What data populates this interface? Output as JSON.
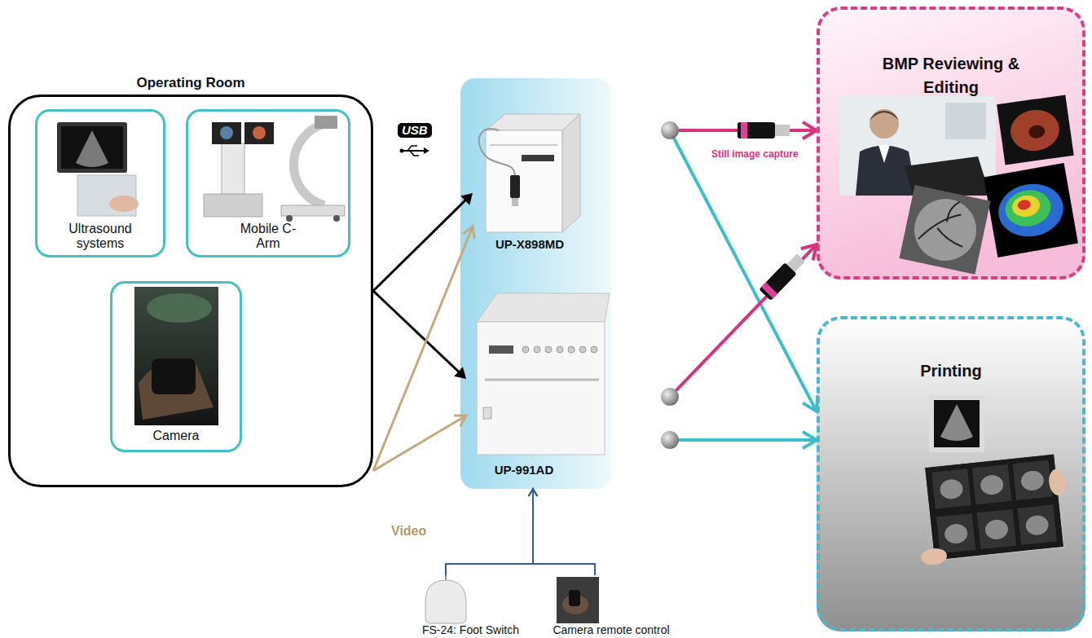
{
  "diagram": {
    "nodes": [
      {
        "text": [
          "Operating Room"
        ]
      },
      {
        "text": [
          "Ultrasound systems"
        ],
        "in": 0
      },
      {
        "text": [
          "Mobile C-Arm"
        ],
        "in": 0
      },
      {
        "text": [
          "Camera"
        ],
        "in": 0
      },
      {
        "text": [
          "UP-X898MD"
        ]
      },
      {
        "text": [
          "UP-991AD"
        ]
      },
      {
        "text": [
          "BMP Reviewing & Editing"
        ]
      },
      {
        "text": [
          "Printing"
        ]
      },
      {
        "text": [
          "FS-24: Foot Switch"
        ]
      },
      {
        "text": [
          "Camera remote control"
        ]
      }
    ],
    "edges": [
      {
        "from": 0,
        "to": 4,
        "arrow": "to"
      },
      {
        "from": 0,
        "to": 5,
        "arrow": "to"
      },
      {
        "from": 0,
        "to": 4,
        "arrow": "to"
      },
      {
        "from": 0,
        "to": 5,
        "arrow": "to"
      },
      {
        "from": 4,
        "to": 6,
        "arrow": "to"
      },
      {
        "from": 4,
        "to": 7,
        "arrow": "to"
      },
      {
        "from": 5,
        "to": 6,
        "arrow": "to"
      },
      {
        "from": 5,
        "to": 7,
        "arrow": "to"
      },
      {
        "from": 8,
        "to": 5,
        "arrow": "to"
      },
      {
        "from": 9,
        "to": 5,
        "arrow": "to"
      }
    ],
    "labels": [
      "USB",
      "Video",
      "Still image capture"
    ]
  }
}
